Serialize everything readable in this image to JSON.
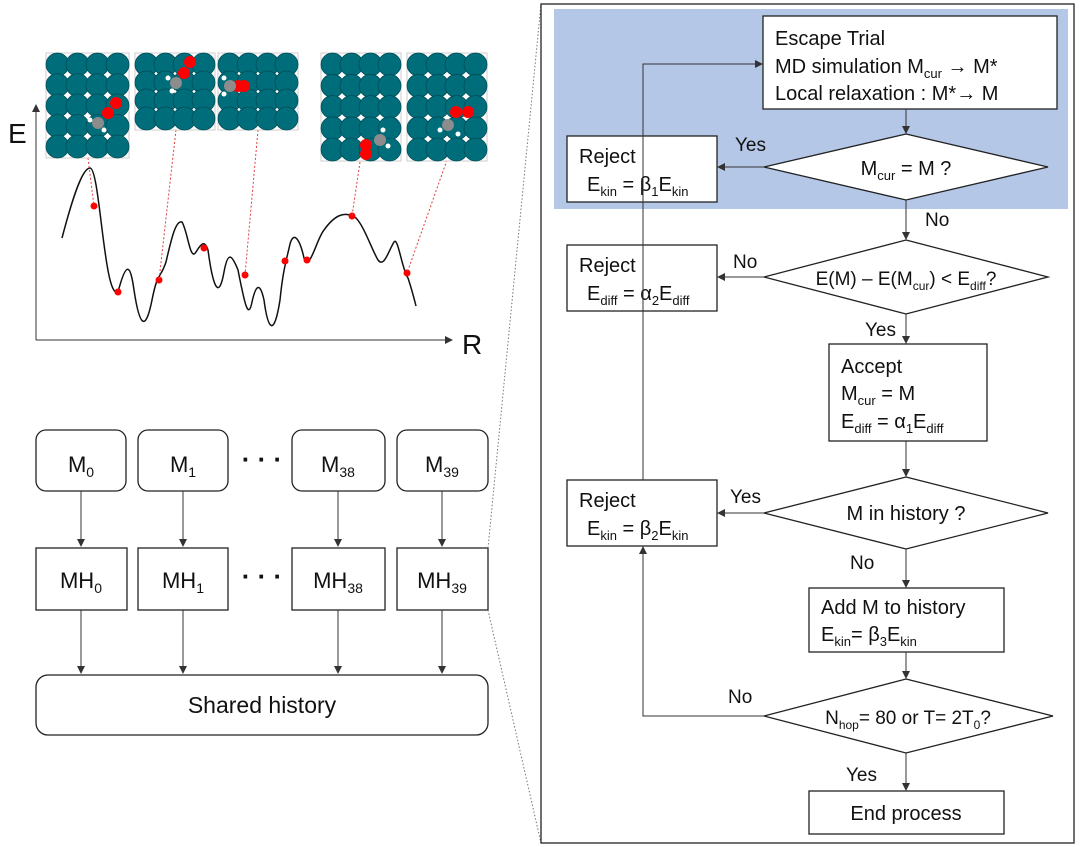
{
  "axes": {
    "energy_label": "E",
    "coordinate_label": "R"
  },
  "workers": {
    "models": [
      {
        "base": "M",
        "sub": "0"
      },
      {
        "base": "M",
        "sub": "1"
      },
      {
        "base": "M",
        "sub": "38"
      },
      {
        "base": "M",
        "sub": "39"
      }
    ],
    "histories": [
      {
        "base": "MH",
        "sub": "0"
      },
      {
        "base": "MH",
        "sub": "1"
      },
      {
        "base": "MH",
        "sub": "38"
      },
      {
        "base": "MH",
        "sub": "39"
      }
    ],
    "ellipsis": "· · ·",
    "shared_history": "Shared history"
  },
  "flowchart": {
    "escape_trial": {
      "title": "Escape Trial",
      "md_prefix": "MD simulation M",
      "md_sub": "cur",
      "md_suffix": " → M*",
      "relax": "Local relaxation : M*→ M"
    },
    "decision1": {
      "pre": "M",
      "sub": "cur",
      "post": " = M ?"
    },
    "reject1": {
      "title": "Reject",
      "a": "E",
      "a_sub": "kin",
      "mid": " = β",
      "mid_sub": "1",
      "b": "E",
      "b_sub": "kin"
    },
    "decision2": {
      "p1": "E(M) – E(M",
      "s1": "cur",
      "p2": ") < E",
      "s2": "diff",
      "p3": "?"
    },
    "reject2": {
      "title": "Reject",
      "a": "E",
      "a_sub": "diff",
      "mid": " = α",
      "mid_sub": "2",
      "b": "E",
      "b_sub": "diff"
    },
    "accept": {
      "title": "Accept",
      "l1_a": "M",
      "l1_sub": "cur",
      "l1_b": " = M",
      "l2_a": "E",
      "l2_sub": "diff",
      "l2_mid": " = α",
      "l2_mid_sub": "1",
      "l2_b": "E",
      "l2_b_sub": "diff"
    },
    "decision3": "M in history ?",
    "reject3": {
      "title": "Reject",
      "a": "E",
      "a_sub": "kin",
      "mid": " = β",
      "mid_sub": "2",
      "b": "E",
      "b_sub": "kin"
    },
    "add_history": {
      "title": "Add M to history",
      "a": "E",
      "a_sub": "kin",
      "mid": "= β",
      "mid_sub": "3",
      "b": "E",
      "b_sub": "kin"
    },
    "decision4": {
      "p1": "N",
      "s1": "hop",
      "p2": "= 80 or T= 2T",
      "s2": "0",
      "p3": "?"
    },
    "end": "End process",
    "labels": {
      "yes": "Yes",
      "no": "No"
    }
  },
  "colors": {
    "highlight": "#b4c7e7",
    "slab_atom": "#006d7a",
    "oxygen": "#ff0000",
    "carbon": "#8c8c8c",
    "hydrogen": "#ffffff",
    "curve_point": "#ff0000"
  }
}
